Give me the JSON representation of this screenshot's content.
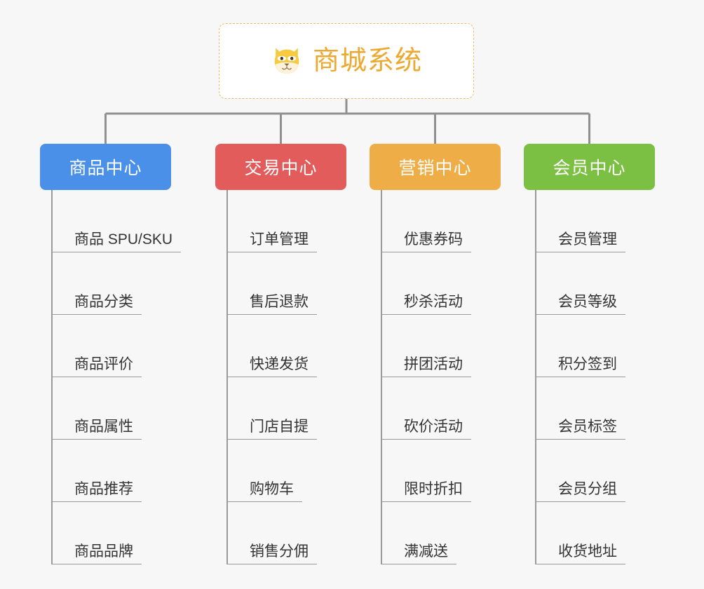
{
  "background_color": "#f7f7f7",
  "connector_color": "#909090",
  "root": {
    "title": "商城系统",
    "icon": "shiba-dog-face-icon",
    "text_color": "#eda92f",
    "border_color": "#eeb964",
    "background_color": "#ffffff"
  },
  "columns": [
    {
      "label": "商品中心",
      "color": "#4a90e8",
      "items": [
        "商品 SPU/SKU",
        "商品分类",
        "商品评价",
        "商品属性",
        "商品推荐",
        "商品品牌"
      ]
    },
    {
      "label": "交易中心",
      "color": "#e25c5c",
      "items": [
        "订单管理",
        "售后退款",
        "快递发货",
        "门店自提",
        "购物车",
        "销售分佣"
      ]
    },
    {
      "label": "营销中心",
      "color": "#eead47",
      "items": [
        "优惠券码",
        "秒杀活动",
        "拼团活动",
        "砍价活动",
        "限时折扣",
        "满减送"
      ]
    },
    {
      "label": "会员中心",
      "color": "#7bc043",
      "items": [
        "会员管理",
        "会员等级",
        "积分签到",
        "会员标签",
        "会员分组",
        "收货地址"
      ]
    }
  ]
}
